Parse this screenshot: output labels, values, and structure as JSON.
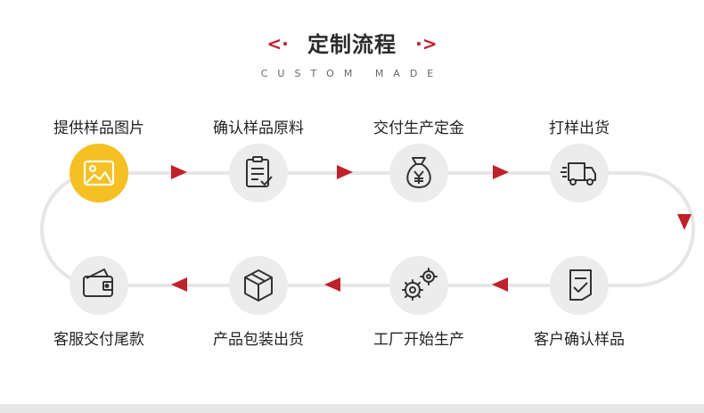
{
  "header": {
    "title": "定制流程",
    "left_deco": "<·",
    "right_deco": "·>",
    "subtitle": "CUSTOM MADE"
  },
  "colors": {
    "accent_red": "#c0202a",
    "active_yellow": "#f5c022",
    "node_gray": "#ececec",
    "line_gray": "#e6e6e6",
    "icon_dark": "#333333"
  },
  "steps_top": [
    {
      "label": "提供样品图片",
      "icon": "image-icon",
      "active": true
    },
    {
      "label": "确认样品原料",
      "icon": "clipboard-check-icon",
      "active": false
    },
    {
      "label": "交付生产定金",
      "icon": "money-bag-icon",
      "active": false
    },
    {
      "label": "打样出货",
      "icon": "delivery-truck-icon",
      "active": false
    }
  ],
  "steps_bottom": [
    {
      "label": "客服交付尾款",
      "icon": "wallet-icon",
      "active": false
    },
    {
      "label": "产品包装出货",
      "icon": "package-box-icon",
      "active": false
    },
    {
      "label": "工厂开始生产",
      "icon": "gears-icon",
      "active": false
    },
    {
      "label": "客户确认样品",
      "icon": "document-check-icon",
      "active": false
    }
  ]
}
